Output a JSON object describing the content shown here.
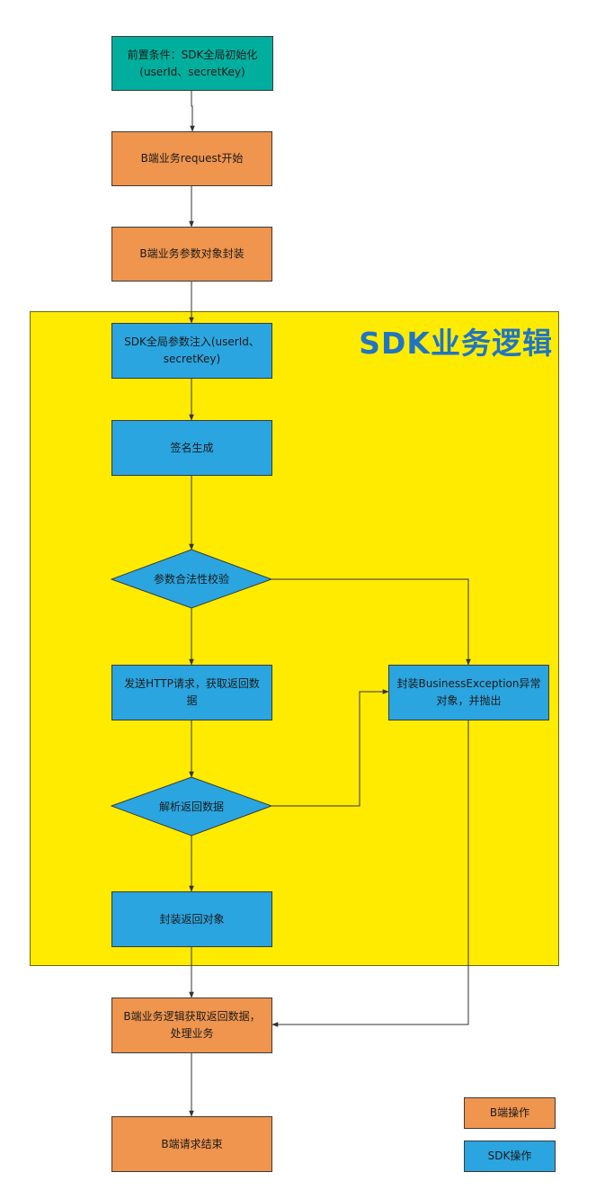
{
  "region": {
    "title": "SDK业务逻辑"
  },
  "nodes": {
    "precondition": {
      "line1": "前置条件：SDK全局初始化",
      "line2": "(userId、secretKey)"
    },
    "request_start": "B端业务request开始",
    "param_wrap": "B端业务参数对象封装",
    "sdk_inject": {
      "line1": "SDK全局参数注入(userId、",
      "line2": "secretKey)"
    },
    "sign": "签名生成",
    "validate": "参数合法性校验",
    "http": {
      "line1": "发送HTTP请求，获取返回数",
      "line2": "据"
    },
    "exception": {
      "line1": "封装BusinessException异常",
      "line2": "对象，并抛出"
    },
    "parse": "解析返回数据",
    "wrap_result": "封装返回对象",
    "process": {
      "line1": "B端业务逻辑获取返回数据，",
      "line2": "处理业务"
    },
    "end": "B端请求结束"
  },
  "legend": {
    "b_side": "B端操作",
    "sdk": "SDK操作"
  },
  "colors": {
    "teal": "#00AE9D",
    "orange": "#F0954E",
    "blue": "#2AA5DF",
    "region": "#FFEB00",
    "title": "#1F75C4"
  }
}
